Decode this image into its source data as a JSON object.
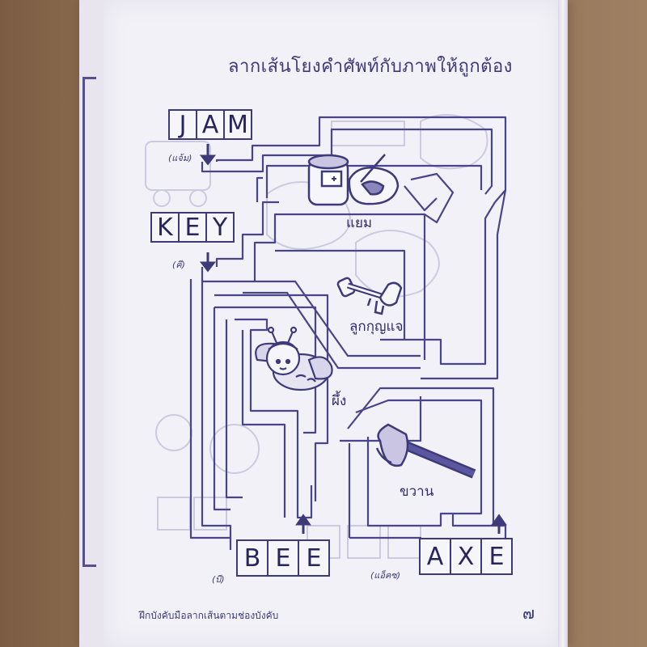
{
  "title": "ลากเส้นโยงคำศัพท์กับภาพให้ถูกต้อง",
  "words": {
    "jam": {
      "letters": [
        "J",
        "A",
        "M"
      ],
      "reading": "(แจ้ม)"
    },
    "key": {
      "letters": [
        "K",
        "E",
        "Y"
      ],
      "reading": "(คี)"
    },
    "bee": {
      "letters": [
        "B",
        "E",
        "E"
      ],
      "reading": "(บี)"
    },
    "axe": {
      "letters": [
        "A",
        "X",
        "E"
      ],
      "reading": "(แอ็คซ)"
    }
  },
  "pictures": {
    "jam": "แยม",
    "key": "ลูกกุญแจ",
    "bee": "ผึ้ง",
    "axe": "ขวาน"
  },
  "footer": "ฝึกบังคับมือลากเส้นตามช่องบังคับ",
  "page_number": "๗",
  "colors": {
    "ink": "#3e3a7a",
    "paper": "#f2f1f7"
  }
}
